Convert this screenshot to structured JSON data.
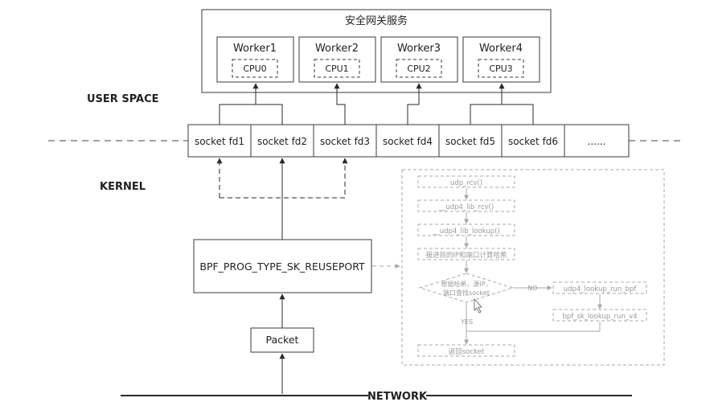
{
  "service_box": {
    "title": "安全网关服务",
    "workers": [
      {
        "label": "Worker1",
        "cpu": "CPU0"
      },
      {
        "label": "Worker2",
        "cpu": "CPU1"
      },
      {
        "label": "Worker3",
        "cpu": "CPU2"
      },
      {
        "label": "Worker4",
        "cpu": "CPU3"
      }
    ]
  },
  "zones": {
    "user_space": "USER SPACE",
    "kernel": "KERNEL",
    "network": "NETWORK"
  },
  "sockets": [
    "socket fd1",
    "socket fd2",
    "socket fd3",
    "socket fd4",
    "socket fd5",
    "socket fd6",
    "......"
  ],
  "bpf_box": "BPF_PROG_TYPE_SK_REUSEPORT",
  "packet_box": "Packet",
  "flow": {
    "steps": [
      "udp_rcv()",
      "__udp4_lib_rcv()",
      "__udp4_lib_lookup()",
      "报进目的IP和端口计算哈希"
    ],
    "decision": {
      "line1": "根据哈希，源IP，",
      "line2": "端口查找socket"
    },
    "no_label": "NO",
    "yes_label": "YES",
    "return_step": "返回socket",
    "side_steps": [
      "udp4_lookup_run_bpf",
      "bpf_sk_lookup_run_v4"
    ]
  }
}
